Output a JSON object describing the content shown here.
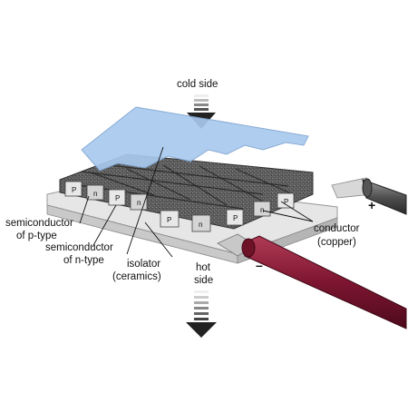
{
  "labels": {
    "cold_side": "cold side",
    "hot_side_line1": "hot",
    "hot_side_line2": "side",
    "semi_p_line1": "semiconductor",
    "semi_p_line2": "of p-type",
    "semi_n_line1": "semiconductor",
    "semi_n_line2": "of n-type",
    "isolator_line1": "isolator",
    "isolator_line2": "(ceramics)",
    "conductor_line1": "conductor",
    "conductor_line2": "(copper)",
    "plus": "+",
    "minus": "–"
  },
  "pellets": {
    "row_front": [
      "P",
      "n",
      "P",
      "n",
      "P",
      "n",
      "P",
      "n",
      "P"
    ]
  },
  "colors": {
    "cold_plate": "#a9c9ee",
    "pellet_top": "#6a6a6a",
    "pellet_side": "#dcdcdc",
    "ceramic": "#e4e4e4",
    "red_wire": "#8a1c34",
    "grey_wire": "#555555"
  }
}
